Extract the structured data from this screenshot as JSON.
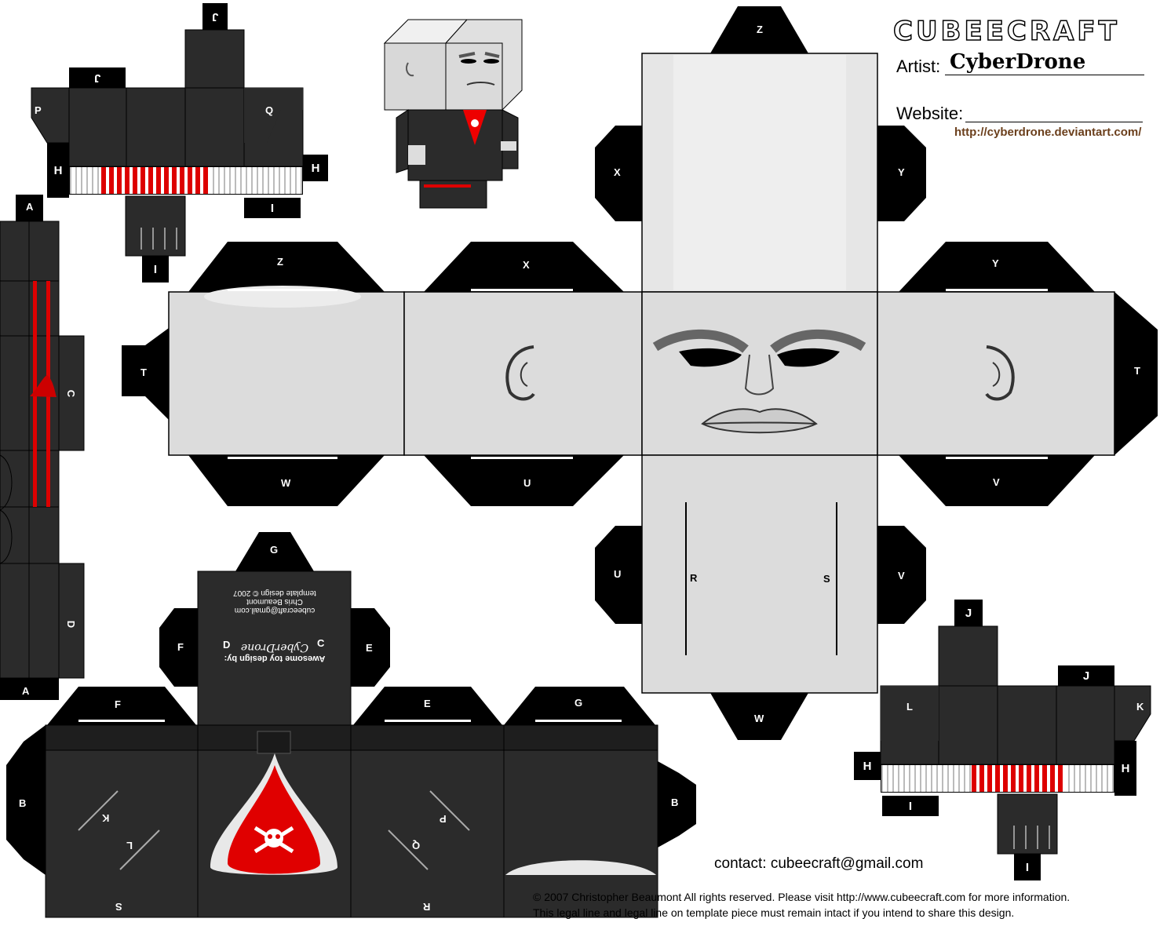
{
  "header": {
    "brand": "CUBEECRAFT",
    "artist_label": "Artist:",
    "artist_name": "CyberDrone",
    "website_label": "Website:",
    "website_url": "http://cyberdrone.deviantart.com/"
  },
  "contact": "contact: cubeecraft@gmail.com",
  "legal": {
    "line1": "© 2007 Christopher Beaumont All rights reserved. Please visit http://www.cubeecraft.com for more information.",
    "line2": "This legal line and legal line on template piece must remain intact if you intend to share this design."
  },
  "template_credit": {
    "line1": "Awesome toy design by:",
    "line2": "CyberDrone",
    "line3": "template design © 2007",
    "line4": "Chris Beaumont",
    "line5": "cubeecraft@gmail.com"
  },
  "head_tabs": {
    "top_z": "Z",
    "left_x": "X",
    "right_y": "Y",
    "top_row_z": "Z",
    "top_row_x": "X",
    "top_row_y": "Y",
    "side_t_left": "T",
    "side_t_right": "T",
    "bottom_w": "W",
    "bottom_u": "U",
    "bottom_v": "V",
    "lower_u": "U",
    "lower_v": "V",
    "lower_w": "W",
    "mark_r": "R",
    "mark_s": "S"
  },
  "arm_left_tabs": {
    "j_top": "J",
    "j_side": "J",
    "p": "P",
    "q": "Q",
    "h_left": "H",
    "h_right": "H",
    "i_bottom": "I",
    "i_lower": "I"
  },
  "arm_right_tabs": {
    "j_top": "J",
    "j_side": "J",
    "l": "L",
    "k": "K",
    "h_left": "H",
    "h_right": "H",
    "i_bottom": "I",
    "i_lower": "I"
  },
  "leg_strip_tabs": {
    "a_top": "A",
    "a_bottom": "A",
    "c": "C",
    "d": "D"
  },
  "body_tabs": {
    "g_top": "G",
    "f_side": "F",
    "e_side": "E",
    "f_top": "F",
    "e_top": "E",
    "g_right": "G",
    "b_left": "B",
    "b_right": "B",
    "c_mark": "C",
    "d_mark": "D",
    "k_mark": "K",
    "l_mark": "L",
    "s_mark": "S",
    "p_mark": "P",
    "q_mark": "Q",
    "r_mark": "R"
  }
}
